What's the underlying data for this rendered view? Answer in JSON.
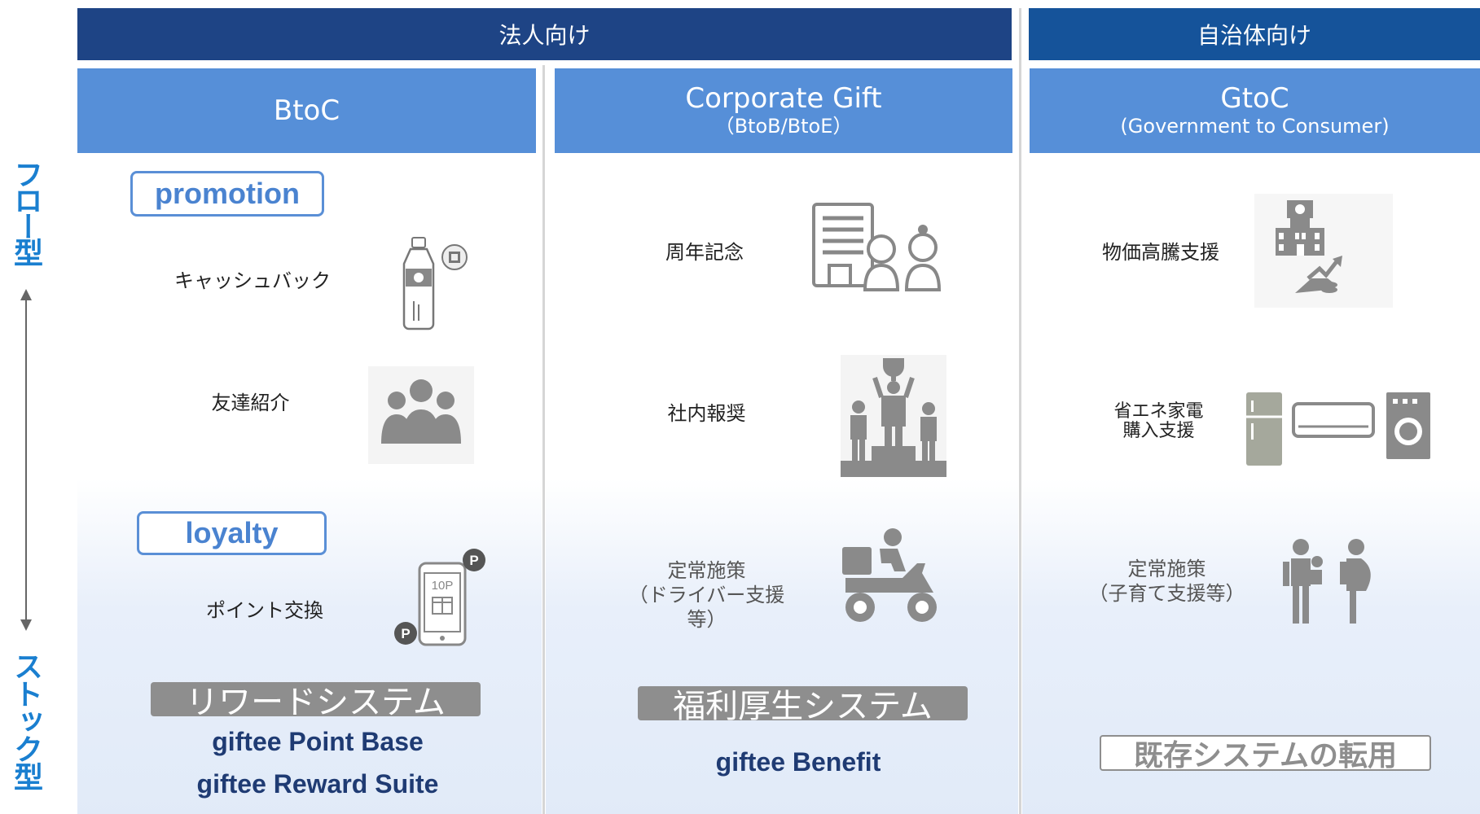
{
  "header": {
    "corporate_band": "法人向け",
    "municipal_band": "自治体向け"
  },
  "columns": {
    "btoc": {
      "title": "BtoC",
      "subtitle": ""
    },
    "corporate_gift": {
      "title": "Corporate Gift",
      "subtitle": "（BtoB/BtoE）"
    },
    "gtoc": {
      "title": "GtoC",
      "subtitle": "(Government to Consumer)"
    }
  },
  "axis": {
    "top_label": "フロー型",
    "bottom_label": "ストック型"
  },
  "btoc": {
    "promotion_tag": "promotion",
    "loyalty_tag": "loyalty",
    "item1": "キャッシュバック",
    "item2": "友達紹介",
    "item3": "ポイント交換",
    "system": "リワードシステム",
    "product1": "giftee Point Base",
    "product2": "giftee Reward Suite",
    "phone_points": "10P",
    "badge_p": "P"
  },
  "corporate": {
    "item1": "周年記念",
    "item2": "社内報奨",
    "item3_line1": "定常施策",
    "item3_line2": "（ドライバー支援等）",
    "system": "福利厚生システム",
    "product1": "giftee Benefit"
  },
  "gtoc": {
    "item1": "物価高騰支援",
    "item2_line1": "省エネ家電",
    "item2_line2": "購入支援",
    "item3_line1": "定常施策",
    "item3_line2": "（子育て支援等）",
    "system": "既存システムの転用"
  },
  "colors": {
    "band_dark": "#1e4485",
    "band_right": "#15539a",
    "column_head": "#568fd8",
    "tag_border": "#5a8fd6",
    "axis_text": "#1a7fd0",
    "icon_gray": "#8a8a8a",
    "product_text": "#1f3b73"
  }
}
